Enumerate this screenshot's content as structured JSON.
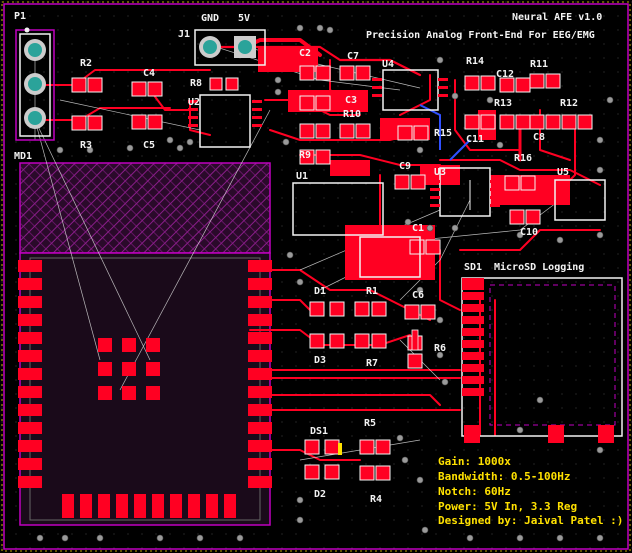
{
  "board": {
    "title": "Neural AFE v1.0",
    "subtitle": "Precision Analog Front-End For EEG/EMG",
    "microsd_label": "MicroSD Logging",
    "specs": [
      "Gain: 1000x",
      "Bandwidth: 0.5-100Hz",
      "Notch: 60Hz",
      "Power: 5V In, 3.3 Reg",
      "Designed by: Jaival Patel :)"
    ]
  },
  "designators": {
    "P1": "P1",
    "MD1": "MD1",
    "J1": "J1",
    "GND": "GND",
    "V5": "5V",
    "R2": "R2",
    "R3": "R3",
    "C4": "C4",
    "C5": "C5",
    "R8": "R8",
    "U2": "U2",
    "C2": "C2",
    "C7": "C7",
    "C3": "C3",
    "R10": "R10",
    "U4": "U4",
    "R14": "R14",
    "C12": "C12",
    "R11": "R11",
    "R13": "R13",
    "R12": "R12",
    "C11": "C11",
    "C9": "C9",
    "R15": "R15",
    "R9": "R9",
    "C8": "C8",
    "R16": "R16",
    "U5": "U5",
    "U1": "U1",
    "U3": "U3",
    "C10": "C10",
    "C1": "C1",
    "SD1": "SD1",
    "D1": "D1",
    "R1": "R1",
    "C6": "C6",
    "R6": "R6",
    "D3": "D3",
    "R7": "R7",
    "DS1": "DS1",
    "R5": "R5",
    "D2": "D2",
    "R4": "R4"
  },
  "colors": {
    "background": "#000000",
    "copper": "#ff0022",
    "silkscreen": "#f3f3f3",
    "courtyard": "#c000c0",
    "pad_yellow": "#ffe100",
    "via": "#9a9a9a",
    "teal_pad": "#2aa39a",
    "ratsnest": "#d8d8d8",
    "blue_trace": "#3050ff"
  }
}
